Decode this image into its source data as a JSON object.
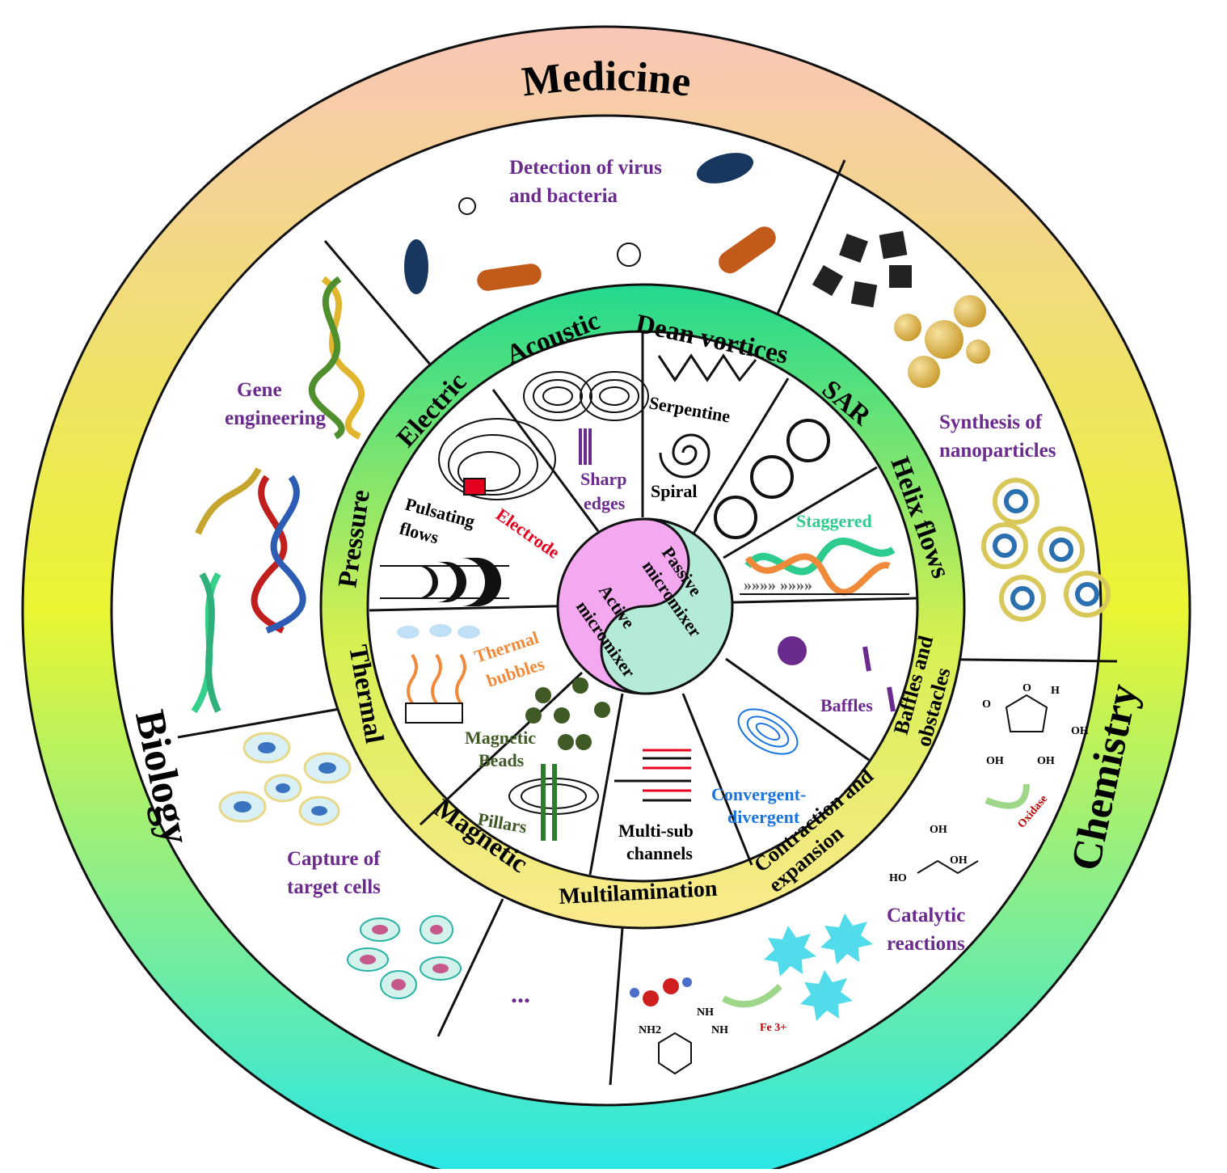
{
  "fields": {
    "medicine": "Medicine",
    "biology": "Biology",
    "chemistry": "Chemistry"
  },
  "applications": {
    "detection_line1": "Detection of virus",
    "detection_line2": "and bacteria",
    "nano_line1": "Synthesis of",
    "nano_line2": "nanoparticles",
    "catalytic_line1": "Catalytic",
    "catalytic_line2": "reactions",
    "capture_line1": "Capture of",
    "capture_line2": "target cells",
    "gene_line1": "Gene",
    "gene_line2": "engineering",
    "more": "...",
    "fe_label": "Fe 3+",
    "oxidase_label": "Oxidase",
    "nh2": "NH2",
    "nh": "NH",
    "o": "O",
    "oh": "OH",
    "h": "H",
    "ho": "HO"
  },
  "mechanisms": {
    "acoustic": "Acoustic",
    "dean": "Dean vortices",
    "sar": "SAR",
    "helix": "Helix flows",
    "baffles_obstacles_1": "Baffles and",
    "baffles_obstacles_2": "obstacles",
    "contraction_1": "Contraction and",
    "contraction_2": "expansion",
    "multilamination": "Multilamination",
    "magnetic": "Magnetic",
    "thermal": "Thermal",
    "pressure": "Pressure",
    "electric": "Electric"
  },
  "structures": {
    "serpentine": "Serpentine",
    "spiral": "Spiral",
    "sharp1": "Sharp",
    "sharp2": "edges",
    "electrode": "Electrode",
    "pulsating1": "Pulsating",
    "pulsating2": "flows",
    "staggered": "Staggered",
    "baffles": "Baffles",
    "convergent1": "Convergent-",
    "convergent2": "divergent",
    "multisub1": "Multi-sub",
    "multisub2": "channels",
    "magnetic1": "Magnetic",
    "magnetic2": "Beads",
    "pillars": "Pillars",
    "thermal1": "Thermal",
    "thermal2": "bubbles"
  },
  "center": {
    "active1": "Active",
    "active2": "micromixer",
    "passive1": "Passive",
    "passive2": "micromixer"
  },
  "colors": {
    "outer_ring_top": "#f9c6b8",
    "outer_ring_mid": "#e9f531",
    "outer_ring_bottom": "#22e6ec",
    "mid_ring_top": "#22d98f",
    "mid_ring_bottom": "#fbe98e",
    "active_pink": "#f4a8ef",
    "passive_teal": "#b4ead8",
    "app_purple": "#6a2a8e",
    "electrode_red": "#e6001f",
    "staggered_green": "#2ecb8f",
    "thermal_orange": "#f08a3a",
    "beads_green": "#3f5a24",
    "convergent_blue": "#1a74e0",
    "sharp_purple": "#6a2a8e"
  }
}
